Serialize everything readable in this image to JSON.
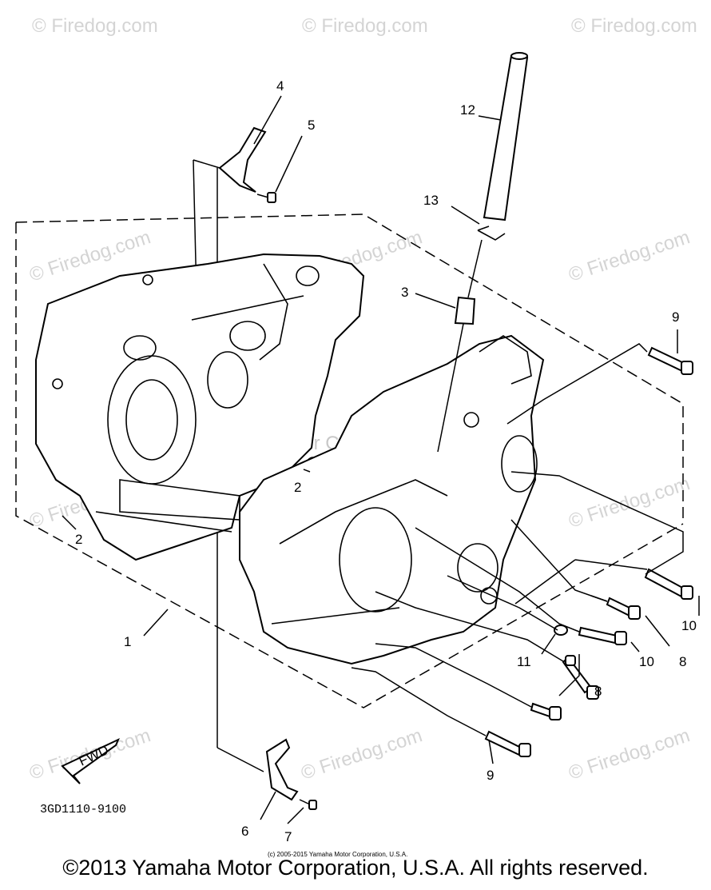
{
  "watermark": {
    "text": "© Firedog.com",
    "center_text": "Yamaha Motor Corp. U.S.A."
  },
  "callouts": [
    "1",
    "2",
    "2",
    "3",
    "4",
    "5",
    "6",
    "7",
    "8",
    "8",
    "9",
    "9",
    "10",
    "10",
    "11",
    "12",
    "13"
  ],
  "drawing_code": "3GD1110-9100",
  "fwd_label": "FWD",
  "small_copyright": "(c) 2005-2015 Yamaha Motor Corporation, U.S.A.",
  "footer_copyright": "©2013 Yamaha Motor Corporation, U.S.A. All rights reserved."
}
